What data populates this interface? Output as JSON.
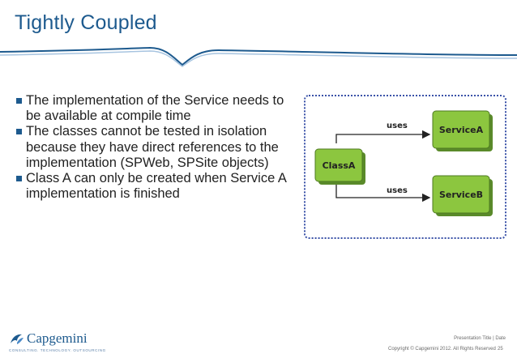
{
  "slide": {
    "title": "Tightly Coupled",
    "bullets": [
      "The implementation of the Service needs to be available at compile time",
      "The classes cannot be tested in isolation because they have direct references to the implementation (SPWeb, SPSite objects)",
      "Class A can only be created when Service A implementation is finished"
    ]
  },
  "diagram": {
    "nodes": {
      "class_a": "ClassA",
      "service_a": "ServiceA",
      "service_b": "ServiceB"
    },
    "edges": {
      "to_service_a": "uses",
      "to_service_b": "uses"
    }
  },
  "footer": {
    "logo_text": "Capgemini",
    "tagline": "CONSULTING. TECHNOLOGY. OUTSOURCING",
    "presentation_info": "Presentation Title | Date",
    "copyright": "Copyright © Capgemini 2012. All Rights Reserved",
    "page_number": "25"
  },
  "colors": {
    "title": "#1d5a8e",
    "bullet": "#1d5a8e",
    "node_fill": "#8cc63f",
    "frame_border": "#3a52a8"
  }
}
